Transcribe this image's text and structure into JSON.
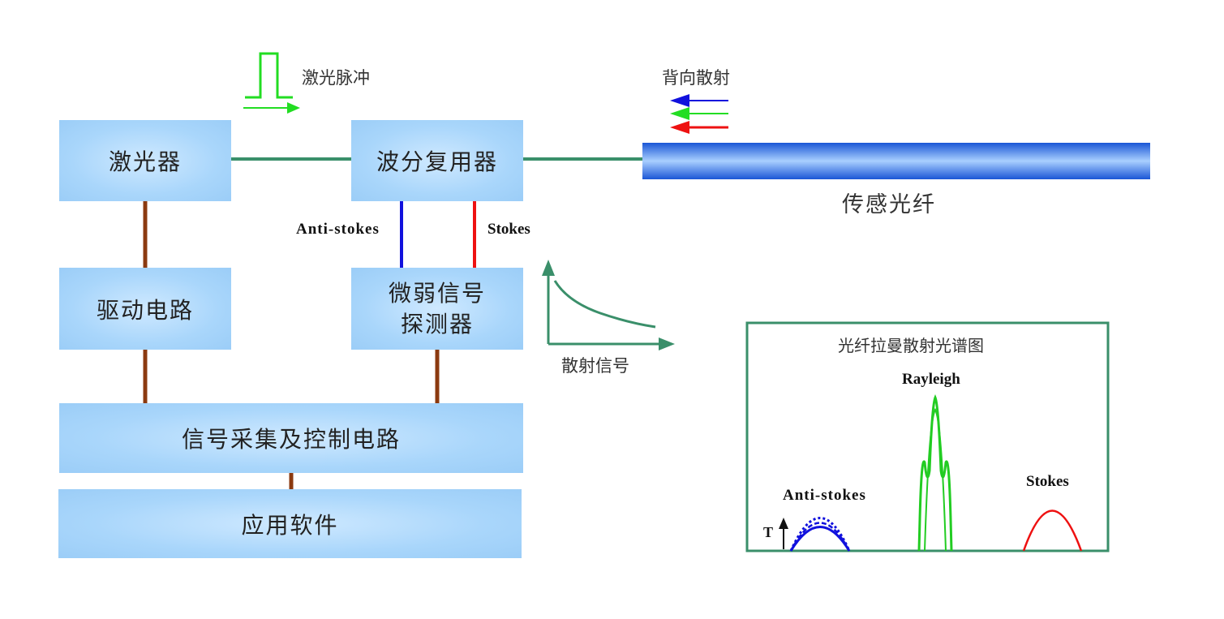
{
  "blocks": {
    "laser": "激光器",
    "wdm": "波分复用器",
    "driver": "驱动电路",
    "detector_line1": "微弱信号",
    "detector_line2": "探测器",
    "acquisition": "信号采集及控制电路",
    "software": "应用软件"
  },
  "labels": {
    "laser_pulse": "激光脉冲",
    "backscatter": "背向散射",
    "sensing_fiber": "传感光纤",
    "anti_stokes": "Anti-stokes",
    "stokes": "Stokes",
    "scatter_signal": "散射信号"
  },
  "spectrum": {
    "title": "光纤拉曼散射光谱图",
    "rayleigh": "Rayleigh",
    "anti_stokes": "Anti-stokes",
    "stokes": "Stokes",
    "temp_marker": "T"
  },
  "colors": {
    "connector_green": "#3a8f6a",
    "connector_brown": "#8b3a10",
    "pulse_green": "#22dd22",
    "anti_stokes_blue": "#1111dd",
    "stokes_red": "#ee1111",
    "rayleigh_green": "#22cc22",
    "fiber_blue": "#2f6fe0"
  }
}
